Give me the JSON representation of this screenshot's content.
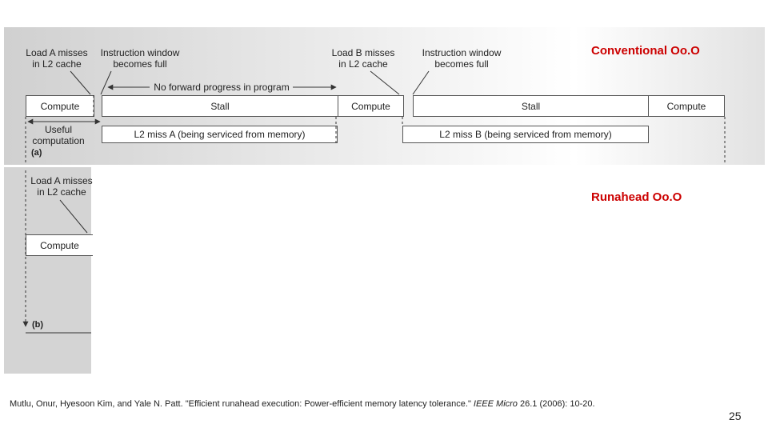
{
  "slide": {
    "page_number": "25",
    "citation": {
      "before": "Mutlu, Onur, Hyesoon Kim, and Yale N. Patt. \"Efficient runahead execution: Power-efficient memory latency tolerance.\" ",
      "journal": "IEEE Micro",
      "after": " 26.1 (2006): 10-20."
    }
  },
  "diagram_a": {
    "title": "Conventional Oo.O",
    "tag": "(a)",
    "labels": {
      "load_a_line1": "Load A misses",
      "load_a_line2": "in L2 cache",
      "window_a_line1": "Instruction window",
      "window_a_line2": "becomes full",
      "load_b_line1": "Load B misses",
      "load_b_line2": "in L2 cache",
      "window_b_line1": "Instruction window",
      "window_b_line2": "becomes full",
      "no_progress": "No forward progress in program",
      "useful_line1": "Useful",
      "useful_line2": "computation"
    },
    "timeline": [
      "Compute",
      "Stall",
      "Compute",
      "Stall",
      "Compute"
    ],
    "misses": [
      "L2 miss A (being serviced from memory)",
      "L2 miss B (being serviced from memory)"
    ]
  },
  "diagram_b": {
    "title": "Runahead Oo.O",
    "tag": "(b)",
    "labels": {
      "load_a_line1": "Load A misses",
      "load_a_line2": "in L2 cache"
    },
    "timeline": [
      "Compute"
    ]
  }
}
